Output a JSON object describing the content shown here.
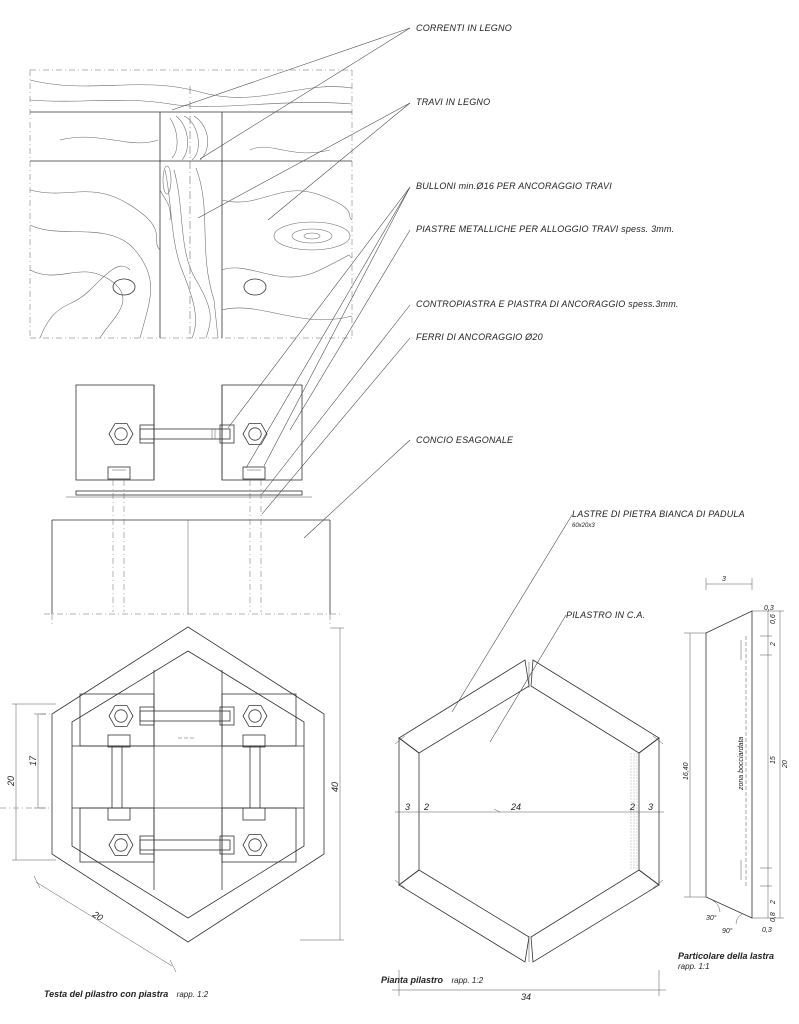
{
  "labels": {
    "correnti": "CORRENTI IN LEGNO",
    "travi": "TRAVI  IN LEGNO",
    "bulloni": "BULLONI min.Ø16 PER ANCORAGGIO TRAVI",
    "piastre": "PIASTRE METALLICHE PER ALLOGGIO TRAVI spess. 3mm.",
    "contropiastra": "CONTROPIASTRA E PIASTRA DI ANCORAGGIO spess.3mm.",
    "ferri": "FERRI DI ANCORAGGIO Ø20",
    "concio": "CONCIO ESAGONALE",
    "lastre": "LASTRE DI PIETRA BIANCA DI PADULA",
    "lastre_size": "60x20x3",
    "pilastro": "PILASTRO IN C.A."
  },
  "dims_left": {
    "d20v": "20",
    "d17": "17",
    "d40": "40",
    "d20d": "20"
  },
  "dims_plan": {
    "d3l": "3",
    "d2l": "2",
    "d24": "24",
    "d2r": "2",
    "d3r": "3",
    "d34": "34"
  },
  "dims_detail": {
    "top3": "3",
    "c03a": "0,3",
    "c06": "0,6",
    "c2a": "2",
    "zona": "zona bocciardata",
    "c15": "15",
    "c20": "20",
    "c1640": "16,40",
    "c2b": "2",
    "c08": "0,8",
    "c03b": "0,3",
    "a30": "30°",
    "a90": "90°"
  },
  "captions": {
    "testa_title": "Testa del pilastro con piastra",
    "testa_scale": "rapp. 1:2",
    "pianta_title": "Pianta pilastro",
    "pianta_scale": "rapp. 1:2",
    "part_title": "Particolare della lastra",
    "part_scale": "rapp. 1:1"
  }
}
